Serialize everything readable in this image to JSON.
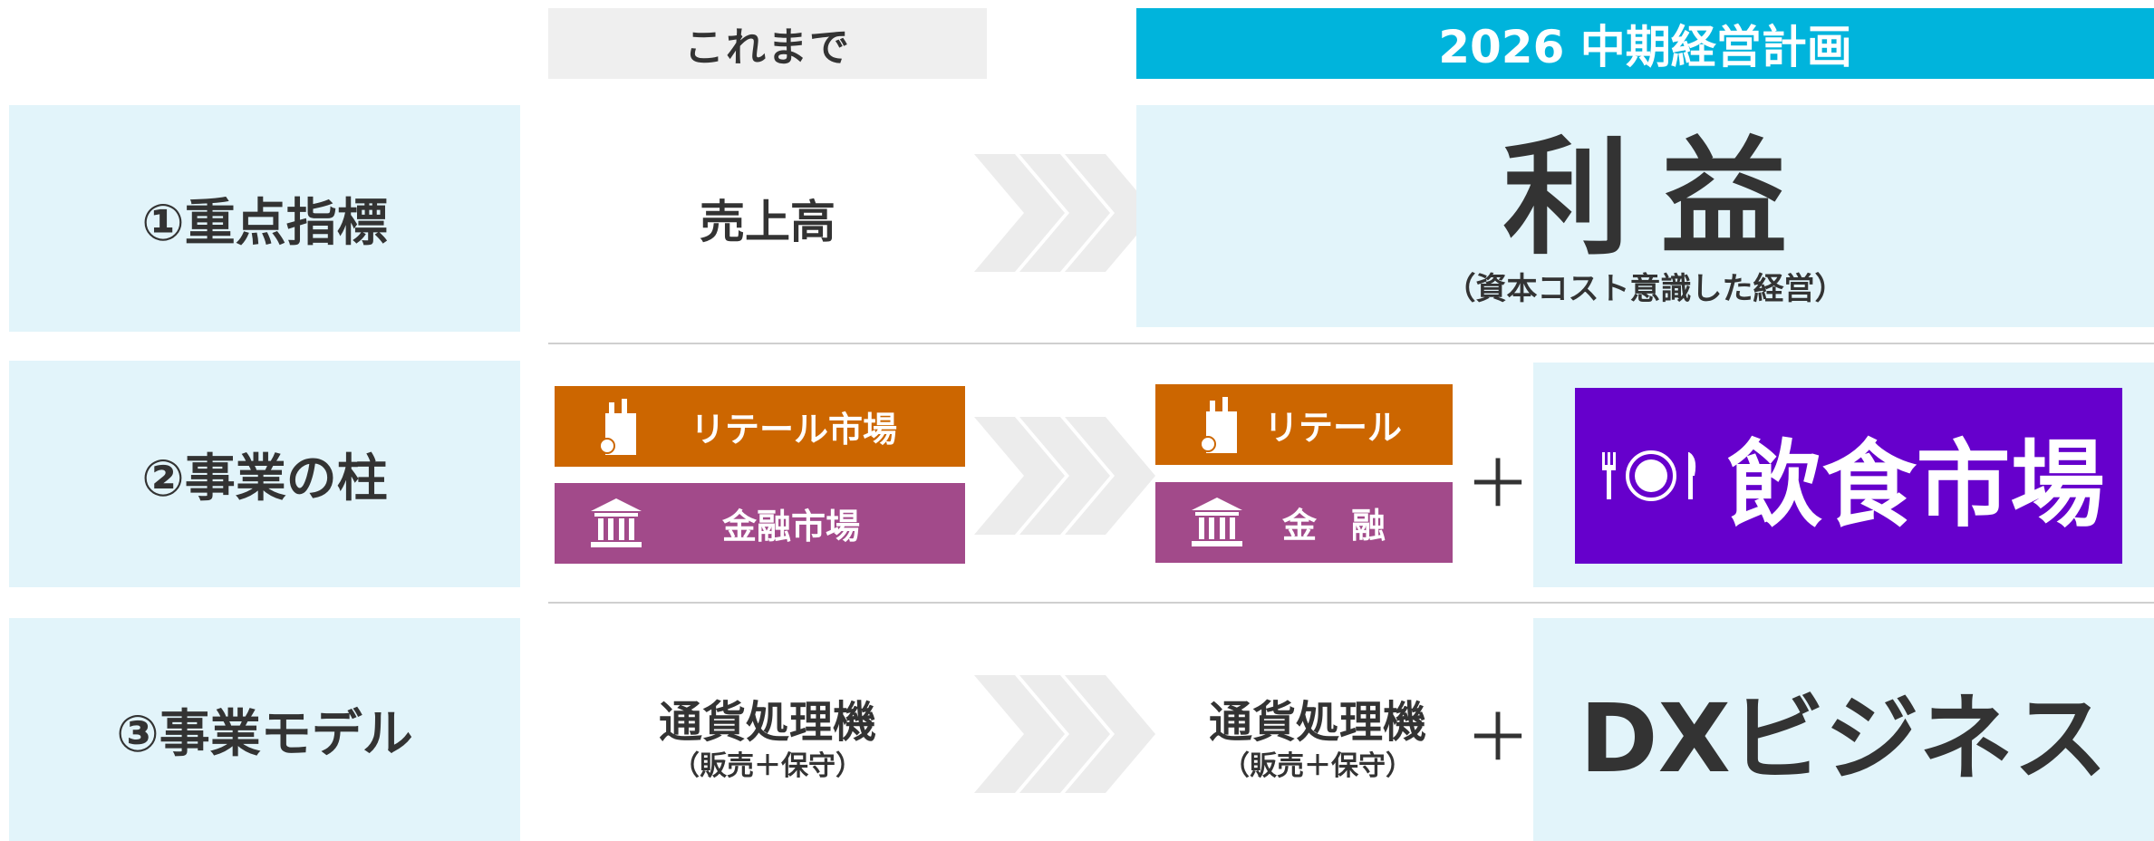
{
  "header": {
    "before_label": "これまで",
    "plan_label": "2026 中期経営計画"
  },
  "rows": [
    {
      "label": "①重点指標",
      "before": "売上高",
      "after_title": "利益",
      "after_subtitle": "（資本コスト意識した経営）"
    },
    {
      "label": "②事業の柱",
      "before_items": [
        {
          "label": "リテール市場",
          "icon": "shopping-bag-icon"
        },
        {
          "label": "金融市場",
          "icon": "bank-icon"
        }
      ],
      "after_items": [
        {
          "label": "リテール",
          "icon": "shopping-bag-icon"
        },
        {
          "label": "金　融",
          "icon": "bank-icon"
        }
      ],
      "plus": "＋",
      "new_item": {
        "label": "飲食市場",
        "icon": "plate-fork-knife-icon"
      }
    },
    {
      "label": "③事業モデル",
      "before_main": "通貨処理機",
      "before_sub": "（販売＋保守）",
      "after_main": "通貨処理機",
      "after_sub": "（販売＋保守）",
      "plus": "＋",
      "new_item": "DXビジネス"
    }
  ],
  "colors": {
    "header_plan": "#00b4dc",
    "header_before": "#efefef",
    "row_label_bg": "#e2f4fa",
    "retail_bar": "#cc6600",
    "finance_bar": "#a24a8a",
    "food_bar": "#6600cc",
    "chevron": "#ececec"
  }
}
